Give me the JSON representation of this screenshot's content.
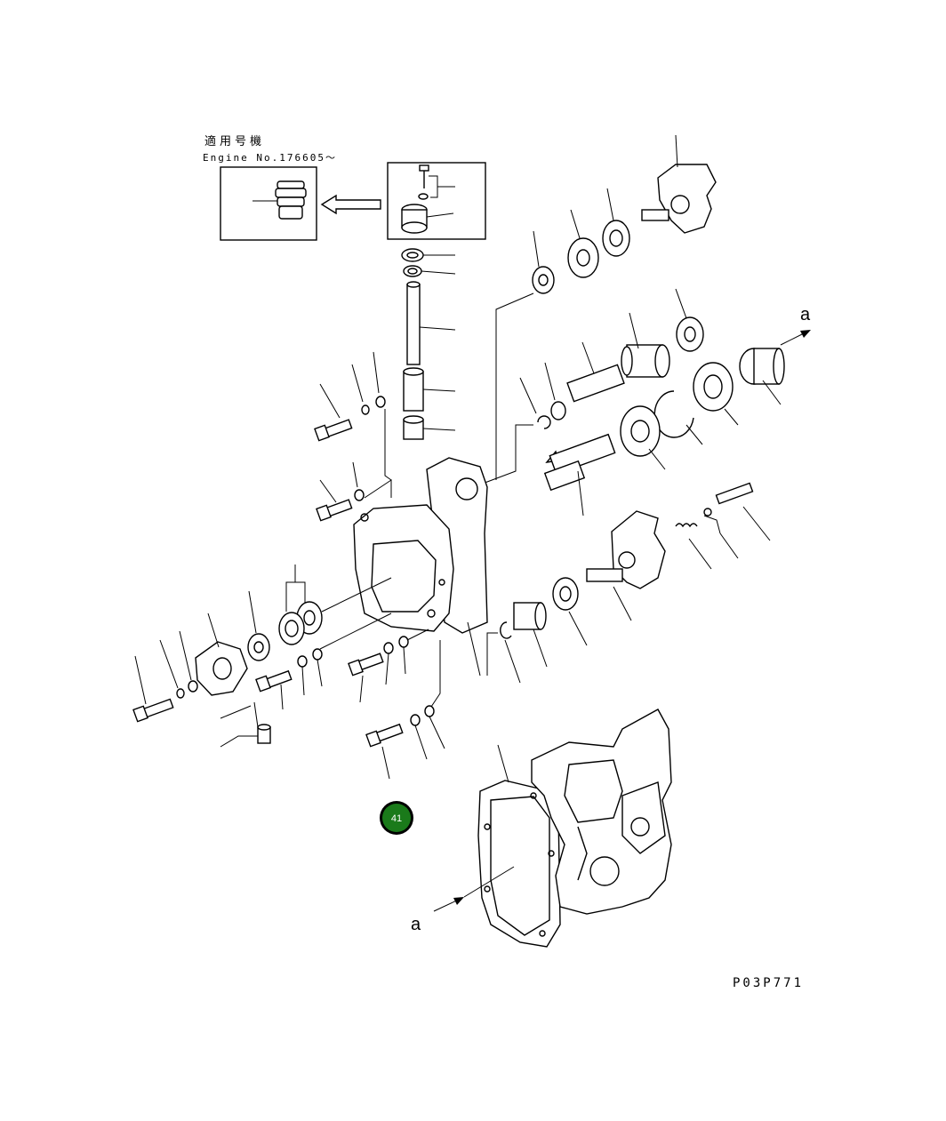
{
  "notes": {
    "applicability_jp": "適用号機",
    "applicability_en": "Engine No.176605～"
  },
  "view_labels": {
    "a_top": "a",
    "a_bottom": "a"
  },
  "drawing_code": "P03P771",
  "callout": {
    "number": "41",
    "color": "#1a7a1a",
    "border": "#000000"
  }
}
